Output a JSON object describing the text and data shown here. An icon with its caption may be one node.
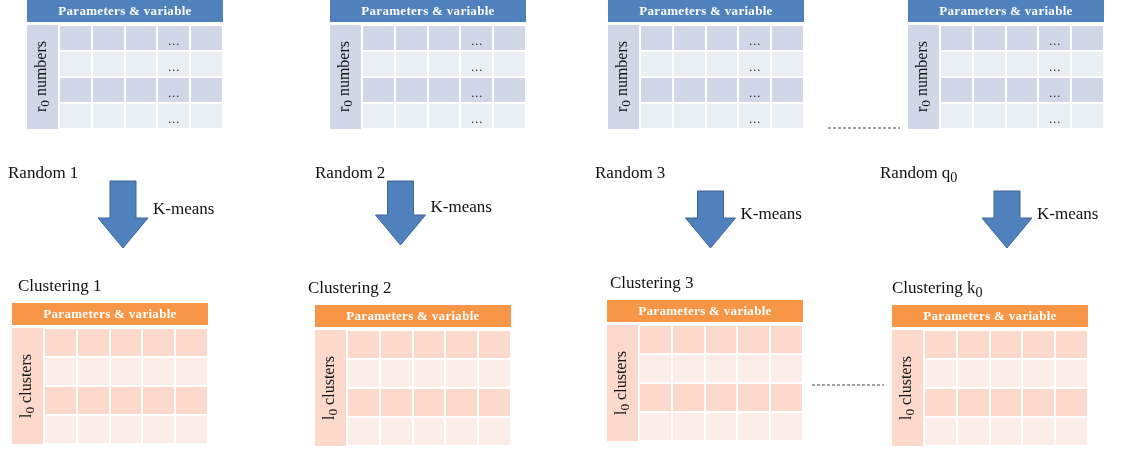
{
  "diagram": {
    "nodes": [
      {
        "text": [
          "Parameters & variable",
          "r$_{0}$ numbers",
          "…",
          "…",
          "…",
          "…"
        ],
        "beside": [
          "Random 1"
        ]
      },
      {
        "text": [
          "Parameters & variable",
          "r$_{0}$ numbers",
          "…",
          "…",
          "…",
          "…"
        ],
        "beside": [
          "Random 2"
        ]
      },
      {
        "text": [
          "Parameters & variable",
          "r$_{0}$ numbers",
          "…",
          "…",
          "…",
          "…"
        ],
        "beside": [
          "Random 3"
        ]
      },
      {
        "text": [
          "Parameters & variable",
          "r$_{0}$ numbers",
          "…",
          "…",
          "…",
          "…"
        ],
        "beside": [
          "Random q$_{0}$"
        ]
      },
      {
        "text": [
          "Parameters & variable",
          "l$_{0}$ clusters"
        ],
        "beside": [
          "Clustering 1"
        ]
      },
      {
        "text": [
          "Parameters & variable",
          "l$_{0}$ clusters"
        ],
        "beside": [
          "Clustering 2"
        ]
      },
      {
        "text": [
          "Parameters & variable",
          "l$_{0}$ clusters"
        ],
        "beside": [
          "Clustering 3"
        ]
      },
      {
        "text": [
          "Parameters & variable",
          "l$_{0}$ clusters"
        ],
        "beside": [
          "Clustering k$_{0}$"
        ]
      }
    ],
    "edges": [
      {
        "from": 0,
        "to": 4,
        "arrow": "to",
        "label": "K-means"
      },
      {
        "from": 1,
        "to": 5,
        "arrow": "to",
        "label": "K-means"
      },
      {
        "from": 2,
        "to": 6,
        "arrow": "to",
        "label": "K-means"
      },
      {
        "from": 3,
        "to": 7,
        "arrow": "to",
        "label": "K-means"
      }
    ]
  }
}
